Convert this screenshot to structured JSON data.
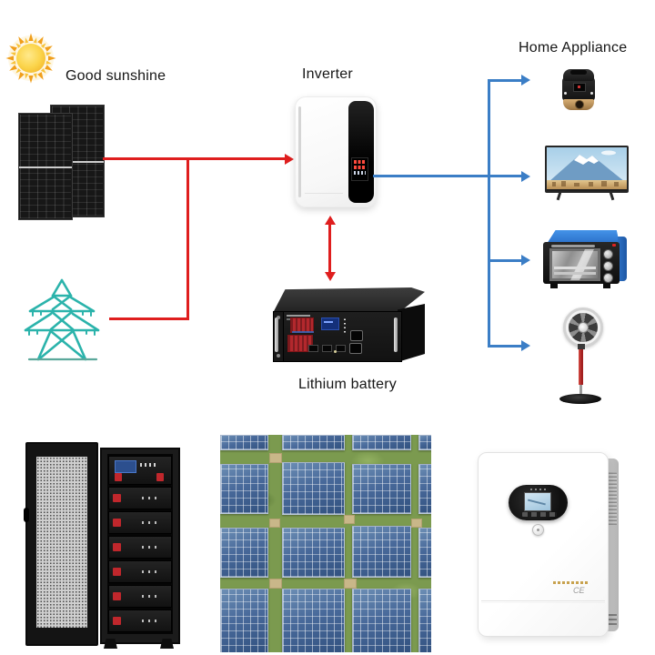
{
  "diagram": {
    "labels": {
      "good_sunshine": "Good sunshine",
      "inverter": "Inverter",
      "home_appliance": "Home Appliance",
      "lithium_battery": "Lithium battery"
    },
    "colors": {
      "dc_line_red": "#df1e1e",
      "ac_line_blue": "#3b7ec6",
      "tower_teal": "#2bb3ab",
      "sun_disc": "#f9c938",
      "sun_rays": "#f09e1b"
    },
    "icons": [
      "sun-icon",
      "solar-panels-icon",
      "power-tower-icon",
      "inverter-device",
      "lithium-battery-device",
      "rice-cooker-icon",
      "tv-icon",
      "oven-icon",
      "fan-icon"
    ]
  },
  "products": {
    "battery_cabinet_photo": "battery-storage-cabinet",
    "solar_farm_photo": "solar-farm-aerial-view",
    "wall_inverter_photo": "hybrid-solar-inverter",
    "ce_mark": "CE"
  }
}
